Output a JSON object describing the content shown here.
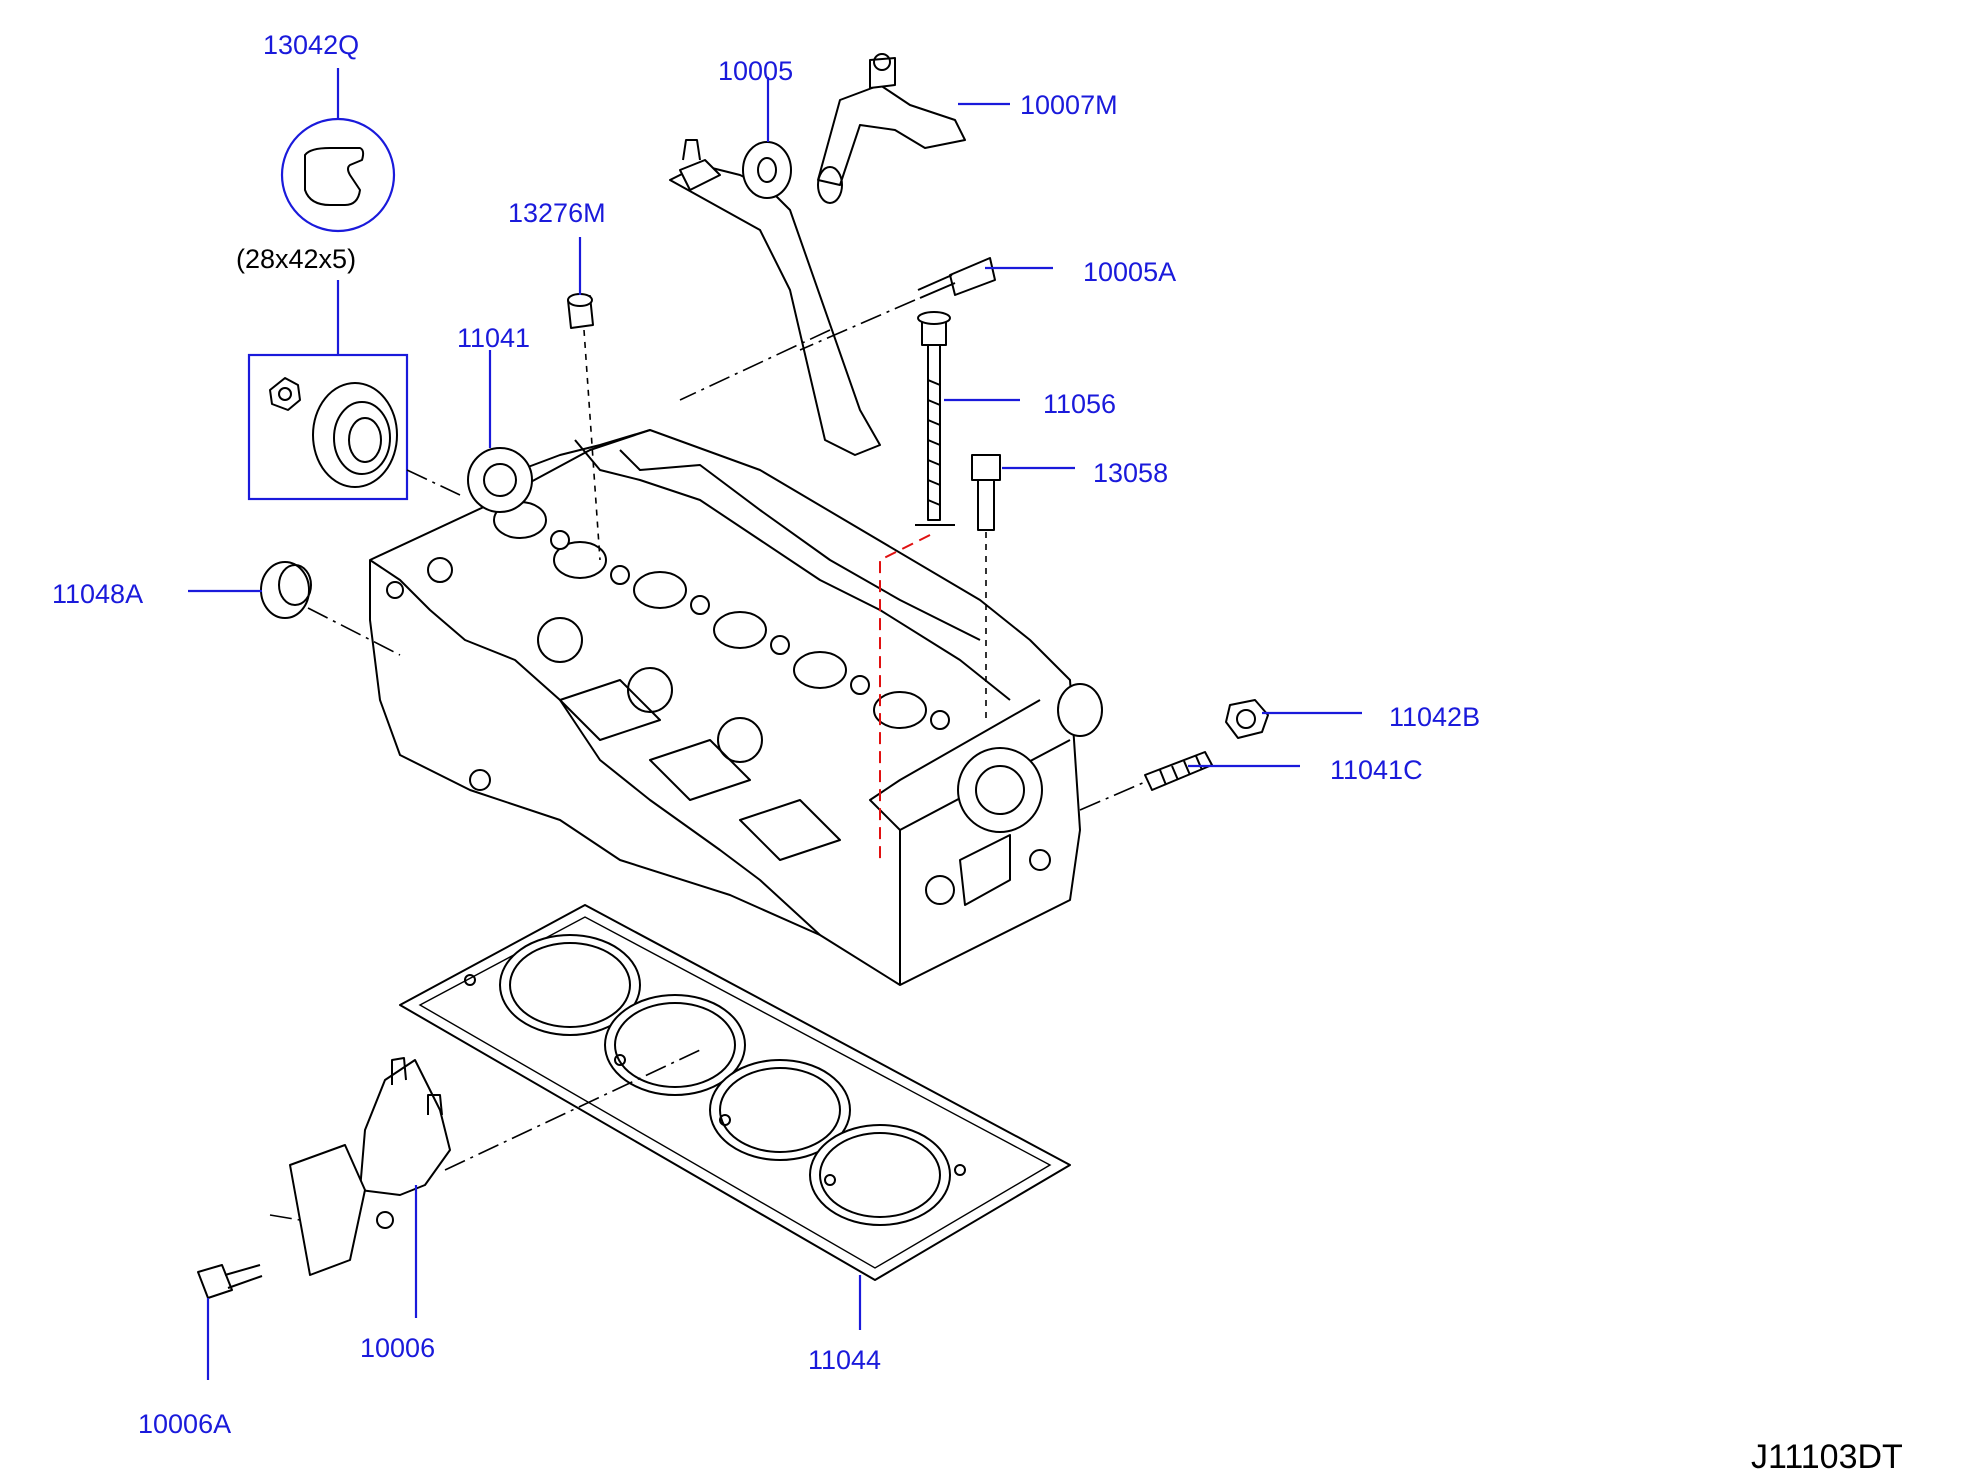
{
  "parts": {
    "p13042Q": "13042Q",
    "p10005": "10005",
    "p10007M": "10007M",
    "p13276M": "13276M",
    "p10005A": "10005A",
    "p11041": "11041",
    "p11056": "11056",
    "p13058": "13058",
    "p11048A": "11048A",
    "p11042B": "11042B",
    "p11041C": "11041C",
    "p10006": "10006",
    "p11044": "11044",
    "p10006A": "10006A"
  },
  "seal_size": "(28x42x5)",
  "diagram_code": "J11103DT",
  "colors": {
    "label": "#1a1adb",
    "line": "#000000",
    "highlight": "#e01010"
  }
}
